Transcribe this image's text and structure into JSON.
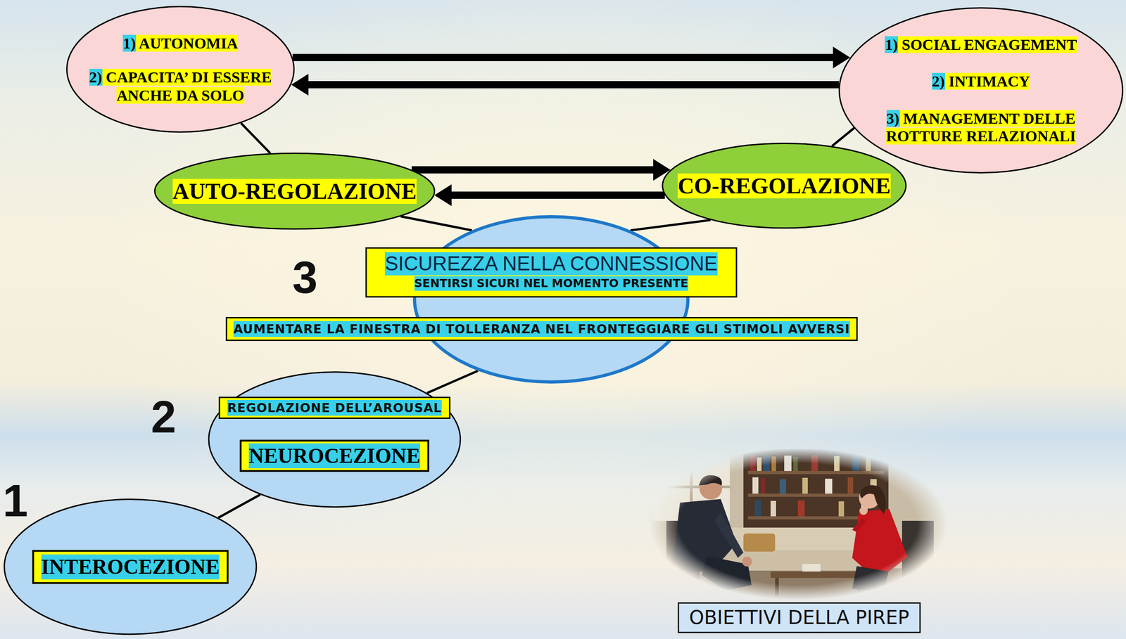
{
  "diagram": {
    "nodes": [
      {
        "text": [
          "1) AUTONOMIA",
          "2) CAPACITA’ DI ESSERE ANCHE DA SOLO"
        ]
      },
      {
        "text": [
          "1) SOCIAL ENGAGEMENT",
          "2) INTIMACY",
          "3) MANAGEMENT DELLE ROTTURE RELAZIONALI"
        ]
      },
      {
        "text": [
          "AUTO-REGOLAZIONE"
        ]
      },
      {
        "text": [
          "CO-REGOLAZIONE"
        ]
      },
      {
        "text": [
          "SICUREZZA NELLA CONNESSIONE",
          "SENTIRSI SICURI NEL MOMENTO PRESENTE"
        ]
      },
      {
        "text": [
          "AUMENTARE LA FINESTRA DI TOLLERANZA NEL FRONTEGGIARE GLI STIMOLI AVVERSI"
        ]
      },
      {
        "text": [
          "REGOLAZIONE DELL’AROUSAL",
          "NEUROCEZIONE"
        ]
      },
      {
        "text": [
          "INTEROCEZIONE"
        ]
      },
      {
        "text": [
          "OBIETTIVI DELLA PIREP"
        ]
      }
    ],
    "edges": [
      {
        "from": 0,
        "to": 1,
        "arrow": "to"
      },
      {
        "from": 1,
        "to": 0,
        "arrow": "to"
      },
      {
        "from": 2,
        "to": 3,
        "arrow": "to"
      },
      {
        "from": 3,
        "to": 2,
        "arrow": "to"
      },
      {
        "from": 0,
        "to": 2,
        "arrow": "none"
      },
      {
        "from": 1,
        "to": 3,
        "arrow": "none"
      },
      {
        "from": 2,
        "to": 4,
        "arrow": "none"
      },
      {
        "from": 3,
        "to": 4,
        "arrow": "none"
      },
      {
        "from": 4,
        "to": 6,
        "arrow": "none"
      },
      {
        "from": 6,
        "to": 7,
        "arrow": "none"
      }
    ],
    "labels": [
      "3",
      "2",
      "1"
    ]
  }
}
